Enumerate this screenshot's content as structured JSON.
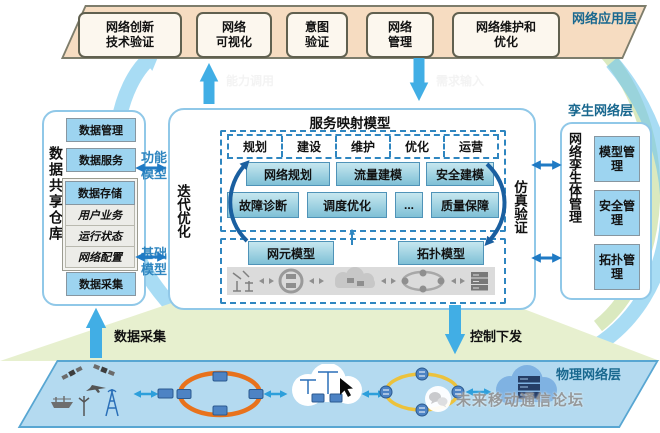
{
  "colors": {
    "app_layer_bg": "#f6dcc1",
    "physical_layer_bg": "#b4daf0",
    "green_zone_bg": "#e7f0cf",
    "layer_label": "#19688f",
    "panel_border": "#90c8e8",
    "teal_button": "#9fd0e0",
    "blue_button": "#9dd4f0",
    "arrow_blue": "#41aee5",
    "link_blue": "#1f7ac4",
    "curve_dark_blue": "#1a5fa0",
    "orange_ring": "#e8721c",
    "yellow_ring": "#ecc23c"
  },
  "app_layer": {
    "label": "网络应用层",
    "boxes": [
      "网络创新\n技术验证",
      "网络\n可视化",
      "意图\n验证",
      "网络\n管理",
      "网络维护和\n优化"
    ]
  },
  "top_flows": {
    "up_label": "能力调用",
    "down_label": "需求输入"
  },
  "twin_layer": {
    "label": "孪生网络层",
    "service_model": {
      "title": "服务映射模型",
      "stages": [
        "规划",
        "建设",
        "维护",
        "优化",
        "运营"
      ],
      "func_row1": [
        "网络规划",
        "流量建模",
        "安全建模"
      ],
      "func_row2": [
        "故障诊断",
        "调度优化",
        "...",
        "质量保障"
      ],
      "base_row": [
        "网元模型",
        "拓扑模型"
      ]
    },
    "func_model_label": "功能\n模型",
    "base_model_label": "基础\n模型",
    "iterate_label": "迭代优化",
    "simulate_label": "仿真验证",
    "mgmt": {
      "title": "网络孪生体管理",
      "items": [
        "模型管理",
        "安全管理",
        "拓扑管理"
      ]
    }
  },
  "data_repo": {
    "title": "数据共享仓库",
    "items": [
      "数据管理",
      "数据服务",
      "数据存储",
      "用户业务",
      "运行状态",
      "网络配置",
      "数据采集"
    ]
  },
  "bottom_flows": {
    "up_label": "数据采集",
    "down_label": "控制下发"
  },
  "physical_layer": {
    "label": "物理网络层",
    "watermark": "未来移动通信论坛",
    "icons": [
      "satellite-icon",
      "airplane-icon",
      "ship-icon",
      "base-station-icon",
      "router-icon",
      "access-ring-network",
      "edge-cloud-network",
      "optical-ring-network",
      "core-cloud-datacenter",
      "wechat-icon",
      "cursor-icon"
    ]
  }
}
